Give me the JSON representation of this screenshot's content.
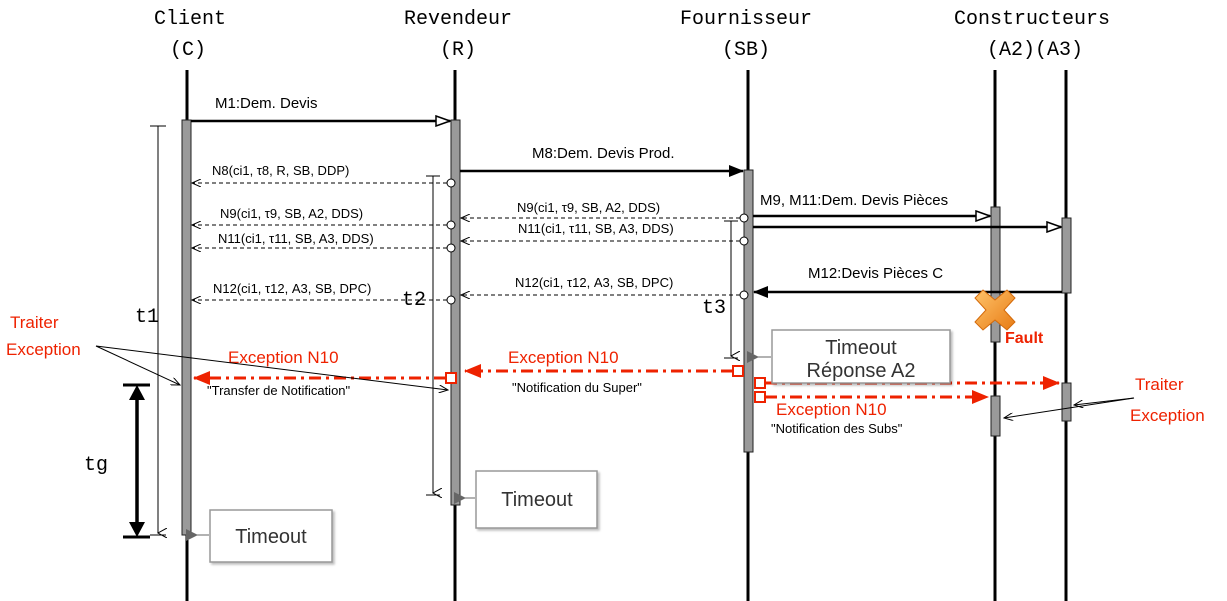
{
  "actors": {
    "client_name": "Client",
    "client_id": "(C)",
    "revendeur_name": "Revendeur",
    "revendeur_id": "(R)",
    "fournisseur_name": "Fournisseur",
    "fournisseur_id": "(SB)",
    "constructeurs_name": "Constructeurs",
    "constructeurs_id": "(A2)(A3)"
  },
  "messages": {
    "m1": "M1:Dem. Devis",
    "m8": "M8:Dem. Devis Prod.",
    "m9_m11": "M9, M11:Dem. Devis Pièces",
    "m12": "M12:Devis Pièces C"
  },
  "notifications": {
    "n8_client": "N8(ci1, τ8, R, SB, DDP)",
    "n9_client": "N9(ci1, τ9, SB, A2, DDS)",
    "n11_client": "N11(ci1, τ11, SB, A3, DDS)",
    "n12_client": "N12(ci1, τ12, A3, SB, DPC)",
    "n9_rev": "N9(ci1, τ9, SB, A2, DDS)",
    "n11_rev": "N11(ci1, τ11, SB, A3, DDS)",
    "n12_rev": "N12(ci1, τ12, A3, SB, DPC)"
  },
  "timers": {
    "t1": "t1",
    "t2": "t2",
    "t3": "t3",
    "tg": "tg"
  },
  "exceptions": {
    "left": "Exception N10",
    "middle": "Exception N10",
    "right": "Exception N10",
    "notif_transfer": "\"Transfer de Notification\"",
    "notif_super": "\"Notification du Super\"",
    "notif_subs": "\"Notification des Subs\"",
    "traiter_left_1": "Traiter",
    "traiter_left_2": "Exception",
    "traiter_right_1": "Traiter",
    "traiter_right_2": "Exception"
  },
  "timeouts": {
    "client": "Timeout",
    "revendeur": "Timeout",
    "fournisseur_1": "Timeout",
    "fournisseur_2": "Réponse A2"
  },
  "fault_label": "Fault",
  "colors": {
    "exception_red": "#ee2200",
    "fault_orange": "#f39a2c",
    "activation_gray": "#9a9a9a"
  }
}
